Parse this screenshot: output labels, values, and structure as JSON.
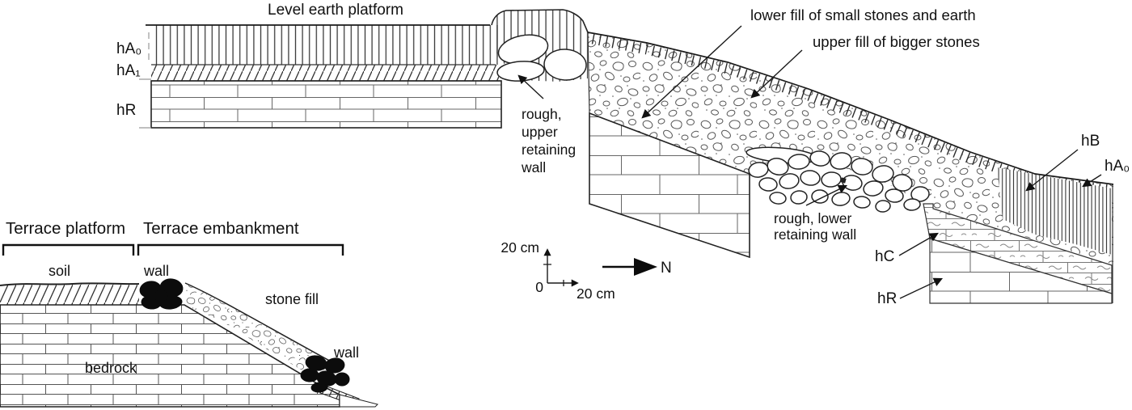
{
  "title": "Level earth platform",
  "left_block": {
    "hA0": "hA₀",
    "hA1": "hA₁",
    "hR": "hR"
  },
  "upper_wall": {
    "lines": [
      "rough,",
      "upper",
      "retaining",
      "wall"
    ]
  },
  "lower_wall": {
    "lines": [
      "rough, lower",
      "retaining wall"
    ]
  },
  "fill": {
    "lower_label": "lower fill of small stones and earth",
    "upper_label": "upper fill of bigger stones"
  },
  "right_block": {
    "hB": "hB",
    "hA0": "hA₀",
    "hC": "hC",
    "hR": "hR"
  },
  "scale": {
    "vertical": "20 cm",
    "origin": "0",
    "horizontal": "20 cm",
    "north": "N"
  },
  "inset": {
    "platform_heading": "Terrace platform",
    "embankment_heading": "Terrace embankment",
    "soil": "soil",
    "wall_top": "wall",
    "stone_fill": "stone fill",
    "bedrock": "bedrock",
    "wall_bottom": "wall"
  },
  "colors": {
    "ink": "#1a1a1a",
    "line": "#555555",
    "background": "#ffffff"
  }
}
